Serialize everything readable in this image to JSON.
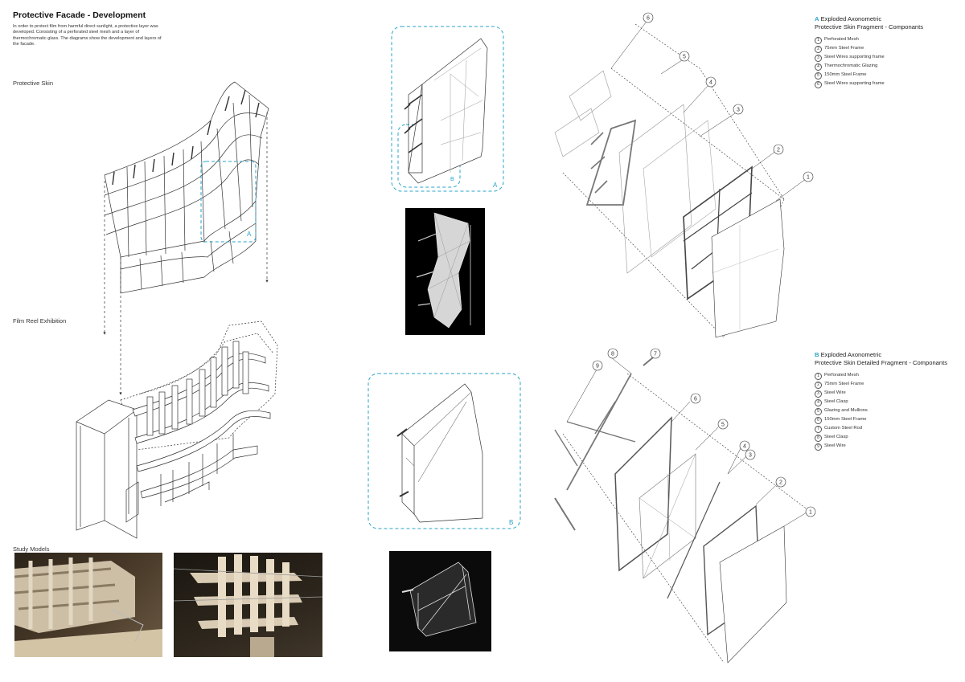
{
  "header": {
    "title": "Protective Facade - Development",
    "intro": "In order to protect film from harmful direct sunlight, a protective layer was developed. Consisting of a perforated steel mesh and a layer of thermochromatic glass. The diagrams show the development and layers of the facade."
  },
  "labels": {
    "protective_skin": "Protective Skin",
    "film_reel": "Film Reel Exhibition",
    "study_models": "Study Models",
    "callout_a": "A",
    "callout_b": "B",
    "detail_a": "A",
    "detail_b_small": "B",
    "detail_b": "B"
  },
  "legend_a": {
    "letter": "A",
    "line1": "Exploded Axonometric",
    "line2": "Protective Skin Fragment - Componants",
    "items": [
      {
        "n": "1",
        "text": "Perforated Mesh"
      },
      {
        "n": "2",
        "text": "75mm Steel Frame"
      },
      {
        "n": "3",
        "text": "Steel Wires supporting frame"
      },
      {
        "n": "4",
        "text": "Thermochromatic Glazing"
      },
      {
        "n": "5",
        "text": "150mm Steel Frame"
      },
      {
        "n": "6",
        "text": "Steel Wires supporting frame"
      }
    ]
  },
  "legend_b": {
    "letter": "B",
    "line1": "Exploded Axonometric",
    "line2": "Protective Skin Detailed Fragment - Componants",
    "items": [
      {
        "n": "1",
        "text": "Perforated Mesh"
      },
      {
        "n": "2",
        "text": "75mm Steel Frame"
      },
      {
        "n": "3",
        "text": "Steel Wire"
      },
      {
        "n": "4",
        "text": "Steel Clasp"
      },
      {
        "n": "5",
        "text": "Glazing and Mullions"
      },
      {
        "n": "6",
        "text": "150mm Steel Frame"
      },
      {
        "n": "7",
        "text": "Custom Steel Rod"
      },
      {
        "n": "8",
        "text": "Steel Clasp"
      },
      {
        "n": "9",
        "text": "Steel Wire"
      }
    ]
  },
  "callouts_a": [
    "6",
    "5",
    "4",
    "3",
    "2",
    "1"
  ],
  "callouts_b": [
    "8",
    "7",
    "9",
    "6",
    "5",
    "4",
    "3",
    "2",
    "1"
  ],
  "colors": {
    "accent": "#29a3c9",
    "line": "#333333",
    "dashed": "#555555",
    "model_bg": "#000000",
    "photo_bg": "#3a3024",
    "card": "#d9cbb4"
  }
}
